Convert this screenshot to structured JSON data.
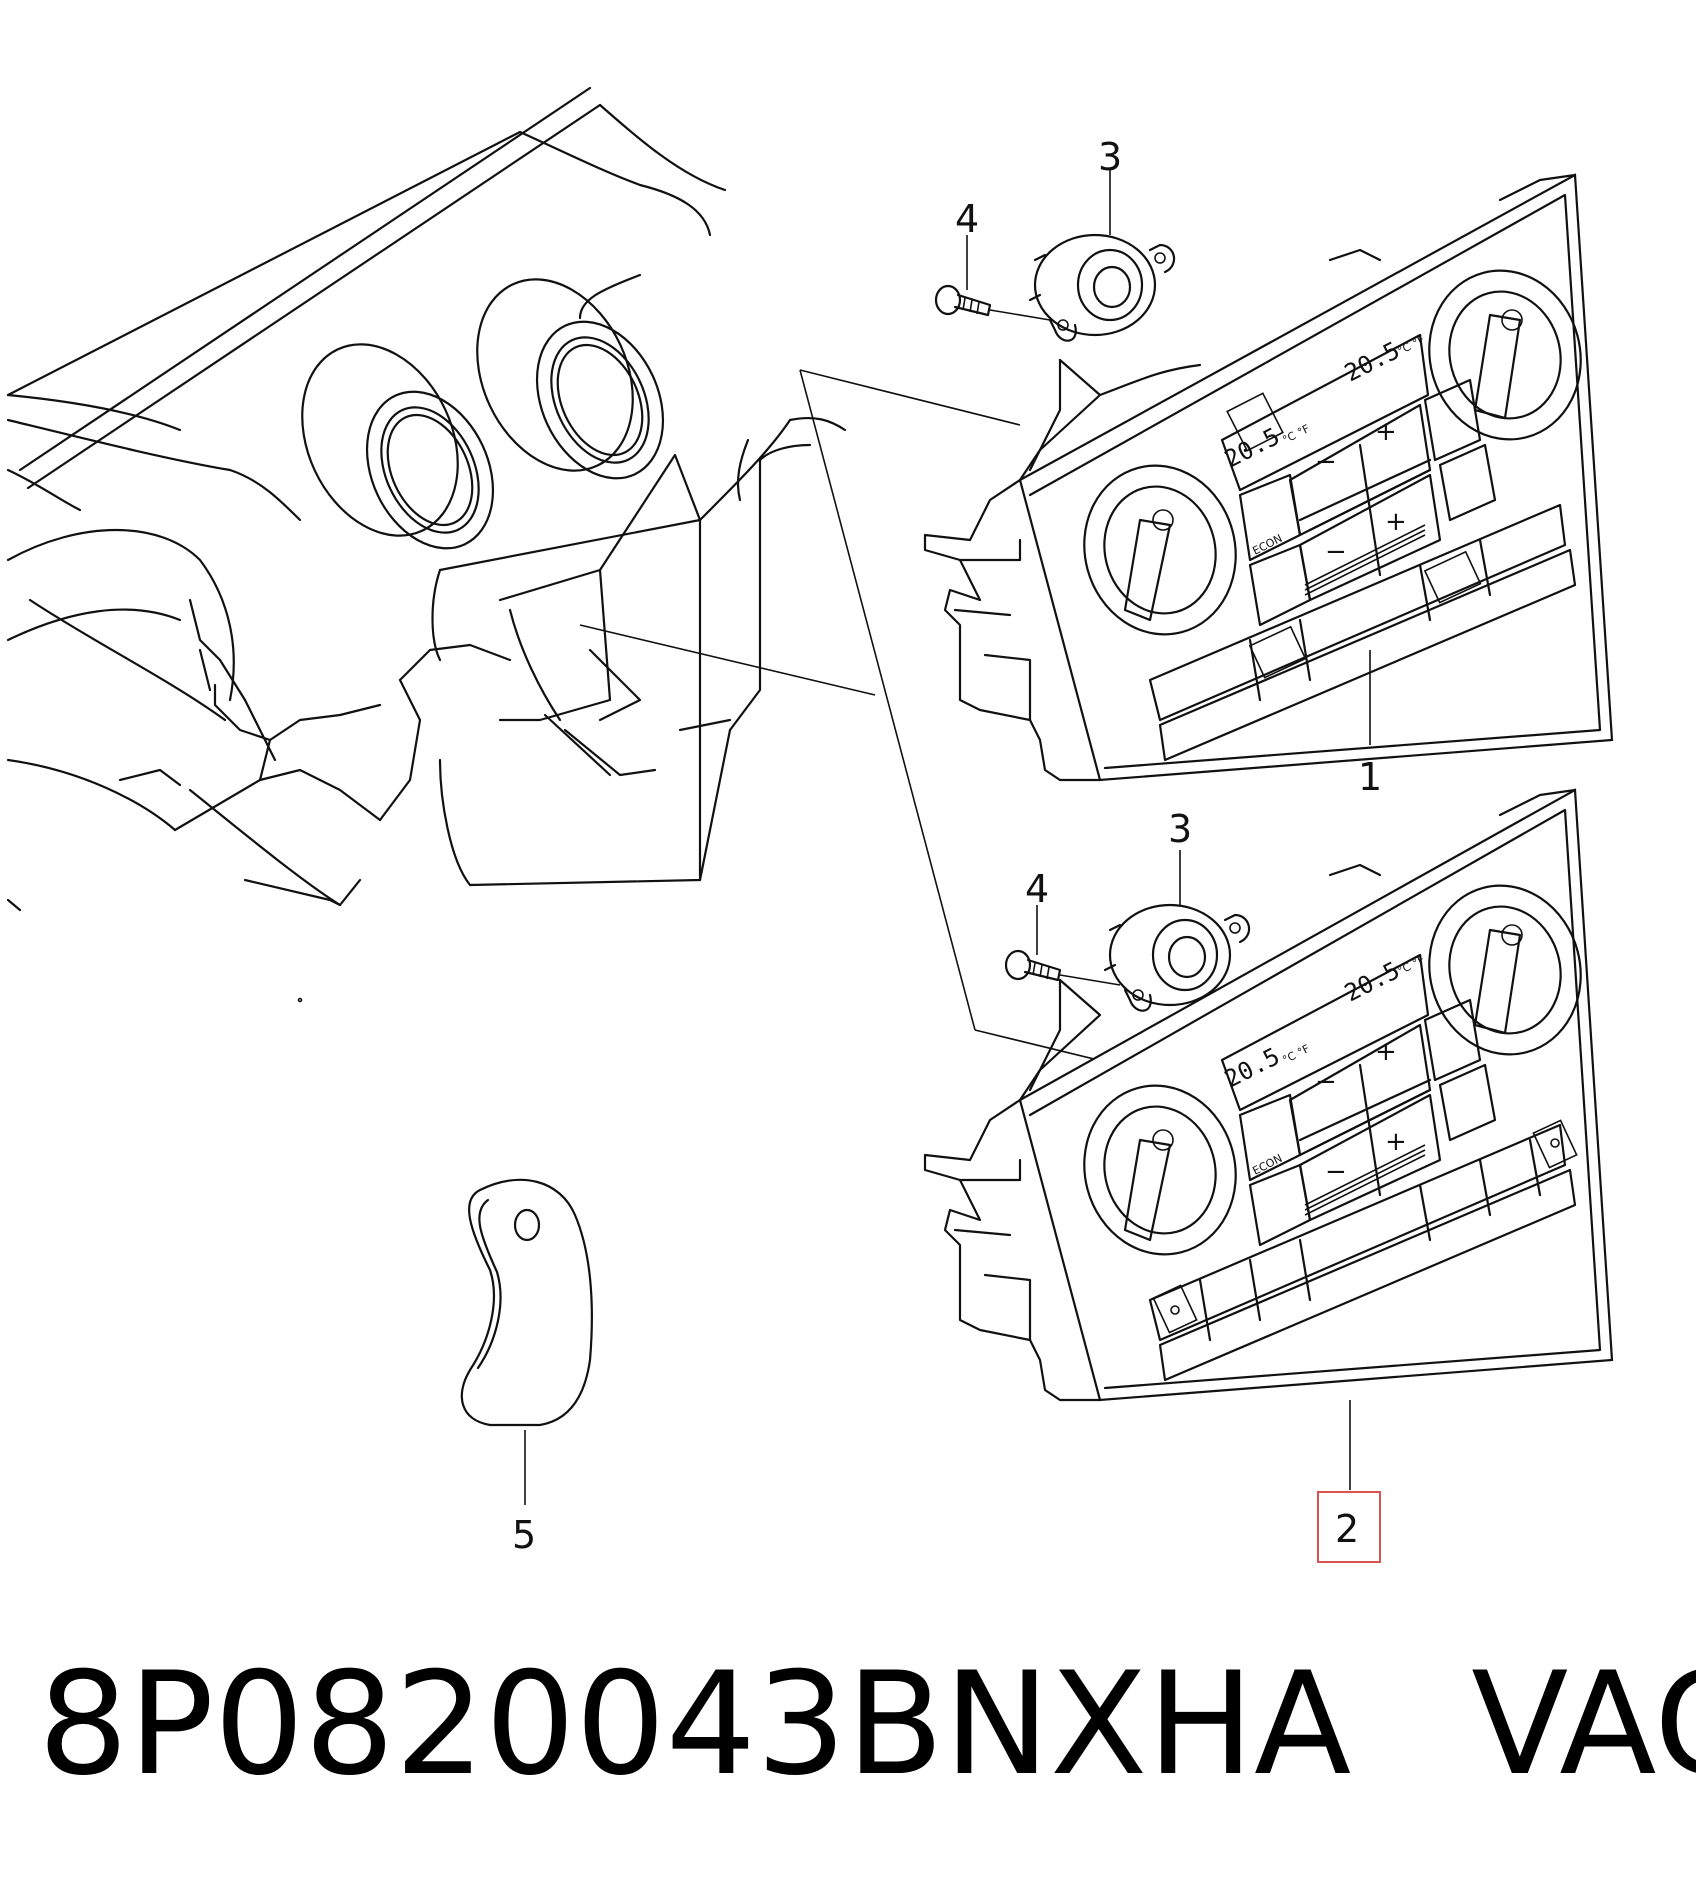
{
  "callouts": {
    "c1": "1",
    "c2": "2",
    "c3a": "3",
    "c3b": "3",
    "c4a": "4",
    "c4b": "4",
    "c5": "5"
  },
  "panel_top": {
    "temp_left": "20.5",
    "temp_right": "20.5",
    "unit_left": "°C °F",
    "unit_right": "°C °F",
    "minus": "−",
    "plus": "+",
    "econ": "ECON"
  },
  "panel_bottom": {
    "temp_left": "20.5",
    "temp_right": "20.5",
    "unit_left": "°C °F",
    "unit_right": "°C °F",
    "minus": "−",
    "plus": "+",
    "econ": "ECON"
  },
  "caption": {
    "part_number": "8P0820043BNXHA",
    "brand": "VAG"
  },
  "colors": {
    "line": "#111111",
    "highlight": "#d9534f"
  }
}
